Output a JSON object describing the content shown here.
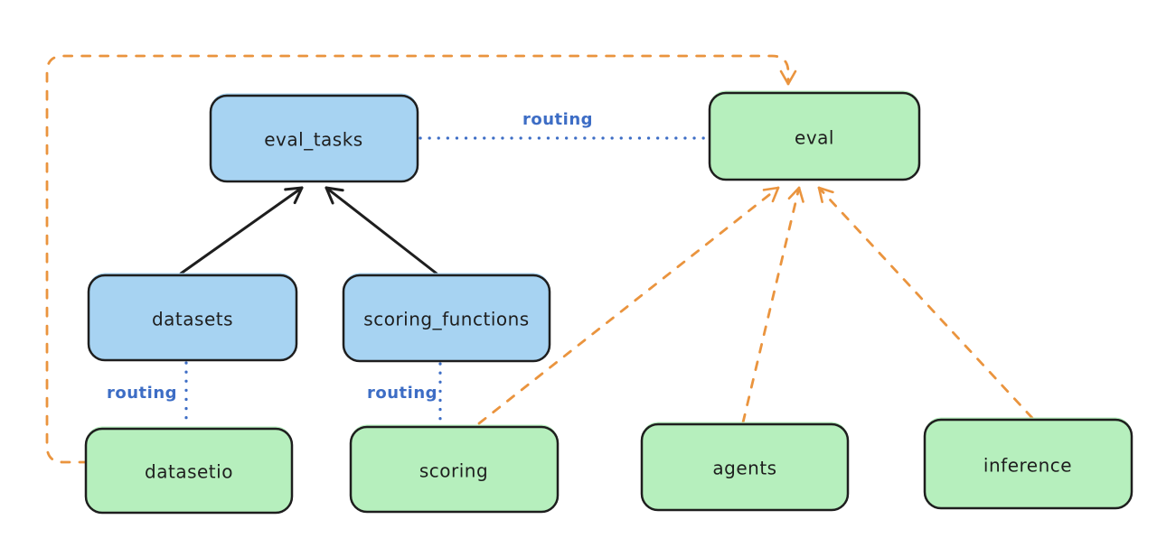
{
  "diagram": {
    "background": "#ffffff",
    "nodes": {
      "eval_tasks": {
        "label": "eval_tasks",
        "fill": "#a7d3f2",
        "kind": "resource"
      },
      "eval": {
        "label": "eval",
        "fill": "#b6efbd",
        "kind": "api"
      },
      "datasets": {
        "label": "datasets",
        "fill": "#a7d3f2",
        "kind": "resource"
      },
      "scoring_functions": {
        "label": "scoring_functions",
        "fill": "#a7d3f2",
        "kind": "resource"
      },
      "datasetio": {
        "label": "datasetio",
        "fill": "#b6efbd",
        "kind": "api"
      },
      "scoring": {
        "label": "scoring",
        "fill": "#b6efbd",
        "kind": "api"
      },
      "agents": {
        "label": "agents",
        "fill": "#b6efbd",
        "kind": "api"
      },
      "inference": {
        "label": "inference",
        "fill": "#b6efbd",
        "kind": "api"
      }
    },
    "edges": [
      {
        "from": "datasets",
        "to": "eval_tasks",
        "style": "solid-black-arrow",
        "label": ""
      },
      {
        "from": "scoring_functions",
        "to": "eval_tasks",
        "style": "solid-black-arrow",
        "label": ""
      },
      {
        "from": "eval_tasks",
        "to": "eval",
        "style": "dotted-blue",
        "label": "routing"
      },
      {
        "from": "datasets",
        "to": "datasetio",
        "style": "dotted-blue",
        "label": "routing"
      },
      {
        "from": "scoring_functions",
        "to": "scoring",
        "style": "dotted-blue",
        "label": "routing"
      },
      {
        "from": "datasetio",
        "to": "eval",
        "style": "dashed-orange-arrow",
        "label": ""
      },
      {
        "from": "scoring",
        "to": "eval",
        "style": "dashed-orange-arrow",
        "label": ""
      },
      {
        "from": "agents",
        "to": "eval",
        "style": "dashed-orange-arrow",
        "label": ""
      },
      {
        "from": "inference",
        "to": "eval",
        "style": "dashed-orange-arrow",
        "label": ""
      }
    ],
    "colors": {
      "node_stroke": "#1e1e1e",
      "blue_fill": "#a7d3f2",
      "green_fill": "#b6efbd",
      "routing_blue": "#3d6dc5",
      "orange": "#ea943e",
      "black": "#1e1e1e"
    }
  }
}
